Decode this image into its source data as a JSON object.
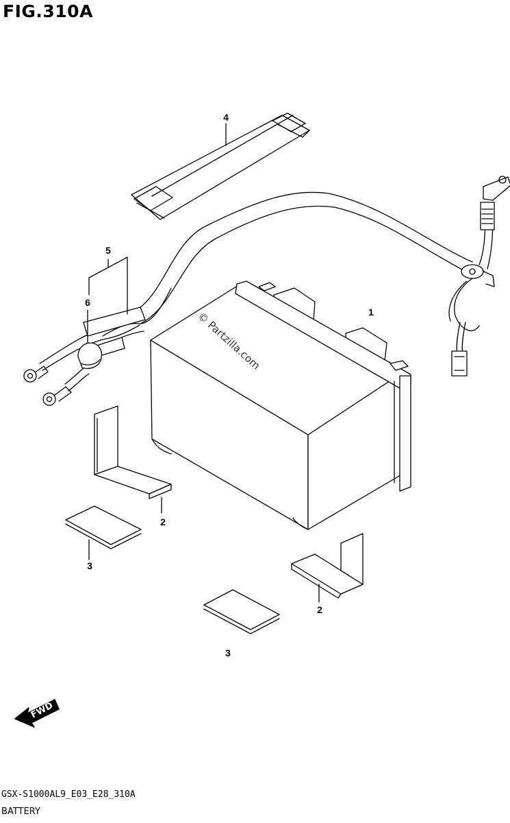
{
  "figure": {
    "title": "FIG.310A",
    "model_code": "GSX-S1000AL9_E03_E28_310A",
    "caption": "BATTERY"
  },
  "watermark": "© Partzilla.com",
  "direction_label": "FWD",
  "callouts": {
    "battery": "1",
    "bracket_upper": "2",
    "bracket_lower": "2",
    "pad_upper": "3",
    "pad_lower": "3",
    "band": "4",
    "cable_set": "5",
    "terminal_cap": "6"
  }
}
